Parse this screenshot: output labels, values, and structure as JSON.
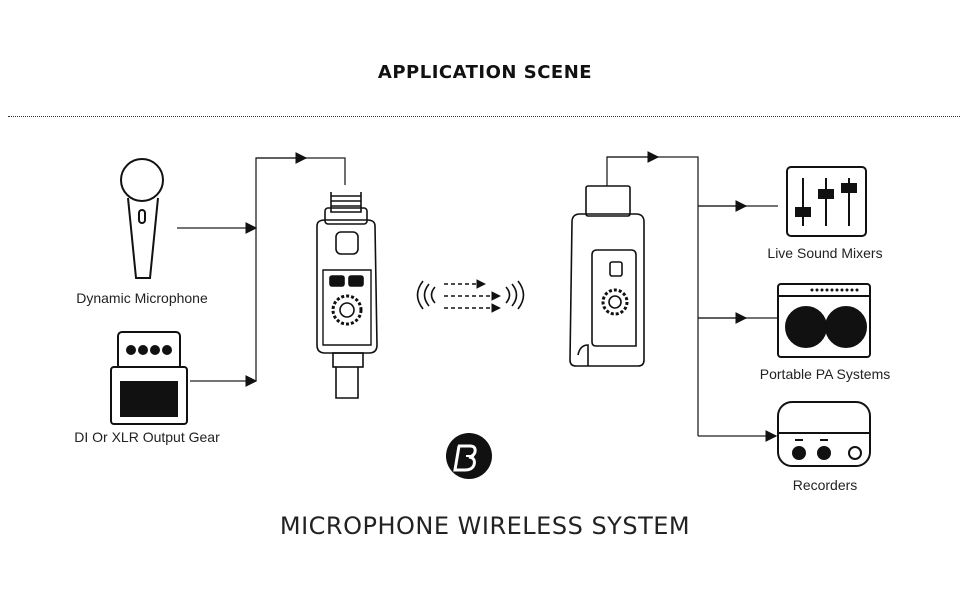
{
  "heading": "APPLICATION SCENE",
  "inputs": {
    "microphone": "Dynamic Microphone",
    "gear": "DI Or XLR Output Gear"
  },
  "outputs": {
    "mixers": "Live Sound Mixers",
    "pa": "Portable PA Systems",
    "recorders": "Recorders"
  },
  "footer": "MICROPHONE WIRELESS SYSTEM",
  "icons": [
    "microphone-icon",
    "pedal-icon",
    "transmitter-icon",
    "receiver-icon",
    "wireless-signal-icon",
    "mixer-icon",
    "pa-speaker-icon",
    "recorder-icon",
    "brand-logo-icon"
  ]
}
